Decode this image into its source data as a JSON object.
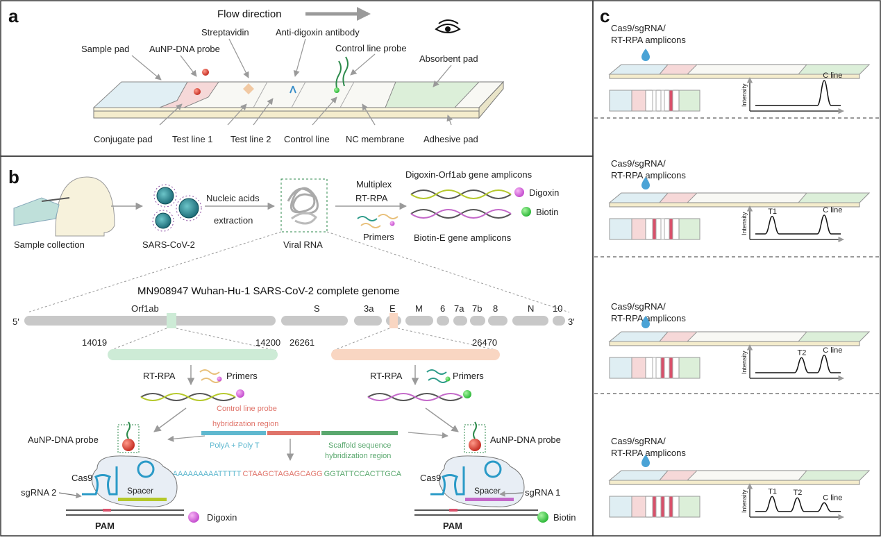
{
  "panels": {
    "a": {
      "letter": "a",
      "flow_direction": "Flow direction",
      "top_labels": [
        "Sample pad",
        "AuNP-DNA probe",
        "Streptavidin",
        "Anti-digoxin antibody",
        "Control line probe",
        "Absorbent pad"
      ],
      "bottom_labels": [
        "Conjugate pad",
        "Test line 1",
        "Test line 2",
        "Control line",
        "NC membrane",
        "Adhesive pad"
      ]
    },
    "b": {
      "letter": "b",
      "sample_collection": "Sample  collection",
      "virus": "SARS-CoV-2",
      "nucleic_acids": "Nucleic acids",
      "extraction": "extraction",
      "viral_rna": "Viral RNA",
      "multiplex": "Multiplex",
      "rt_rpa": "RT-RPA",
      "primers": "Primers",
      "digoxin_amplicons": "Digoxin-Orf1ab gene amplicons",
      "biotin_amplicons": "Biotin-E gene amplicons",
      "digoxin": "Digoxin",
      "biotin": "Biotin",
      "genome_title": "MN908947 Wuhan-Hu-1  SARS-CoV-2 complete genome",
      "five_prime": "5'",
      "three_prime": "3'",
      "genes": [
        "Orf1ab",
        "S",
        "3a",
        "E",
        "M",
        "6",
        "7a",
        "7b",
        "8",
        "N",
        "10"
      ],
      "pos": [
        "14019",
        "14200",
        "26261",
        "26470"
      ],
      "left_rtrpa": "RT-RPA",
      "left_primers": "Primers",
      "right_rtrpa": "RT-RPA",
      "right_primers": "Primers",
      "aunp_left": "AuNP-DNA probe",
      "aunp_right": "AuNP-DNA probe",
      "control_region_1": "Control line probe",
      "control_region_2": "hybridization region",
      "polya": "PolyA + Poly T",
      "scaffold_1": "Scaffold sequence",
      "scaffold_2": "hybridization region",
      "seq_a": "AAAAAAAAAAATTTTT",
      "seq_b": "CTAAGCTAGAGCAGG",
      "seq_c": "GGTATTCCACTTGCA",
      "cas9_left": "Cas9",
      "cas9_right": "Cas9",
      "sgrna2": "sgRNA 2",
      "sgrna1": "sgRNA 1",
      "spacer_left": "Spacer",
      "spacer_right": "Spacer",
      "pam_left": "PAM",
      "pam_right": "PAM",
      "digoxin_bottom": "Digoxin",
      "biotin_bottom": "Biotin"
    },
    "c": {
      "letter": "c",
      "rows": [
        {
          "l1": "Cas9/sgRNA/",
          "l2": "RT-RPA amplicons",
          "peaks": [
            "C line"
          ],
          "intensity": "Intensity"
        },
        {
          "l1": "Cas9/sgRNA/",
          "l2": "RT-RPA amplicons",
          "peaks": [
            "T1",
            "C line"
          ],
          "intensity": "Intensity"
        },
        {
          "l1": "Cas9/sgRNA/",
          "l2": "RT-RPA amplicons",
          "peaks": [
            "T2",
            "C line"
          ],
          "intensity": "Intensity"
        },
        {
          "l1": "Cas9/sgRNA/",
          "l2": "RT-RPA amplicons",
          "peaks": [
            "T1",
            "T2",
            "C line"
          ],
          "intensity": "Intensity"
        }
      ]
    }
  },
  "colors": {
    "sample_pad": "#dfeef3",
    "conjugate_pad": "#f6d8d8",
    "absorbent_pad": "#dcefd9",
    "test_line": "#d8506a",
    "gold": "#e04a3c",
    "cas9_fill": "#e8eef5",
    "orf1ab": "#cdebd6",
    "egene": "#f9d6c2"
  }
}
